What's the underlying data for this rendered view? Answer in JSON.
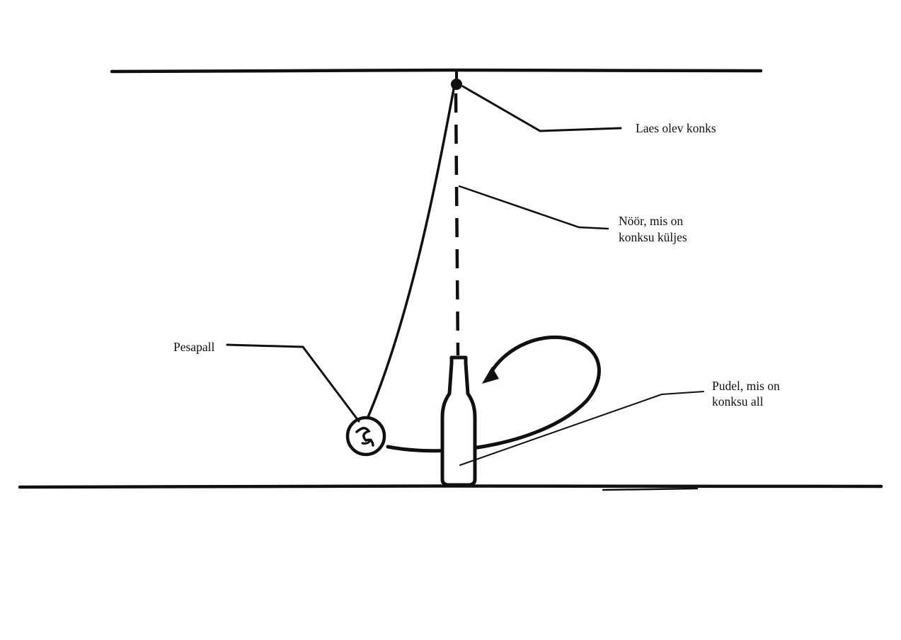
{
  "diagram": {
    "labels": {
      "hook": "Laes olev konks",
      "string": {
        "line1": "Nöör, mis on",
        "line2": "konksu küljes"
      },
      "ball": "Pesapall",
      "bottle": {
        "line1": "Pudel, mis on",
        "line2": "konksu all"
      }
    },
    "colors": {
      "ink": "#101010",
      "background": "#ffffff"
    }
  }
}
